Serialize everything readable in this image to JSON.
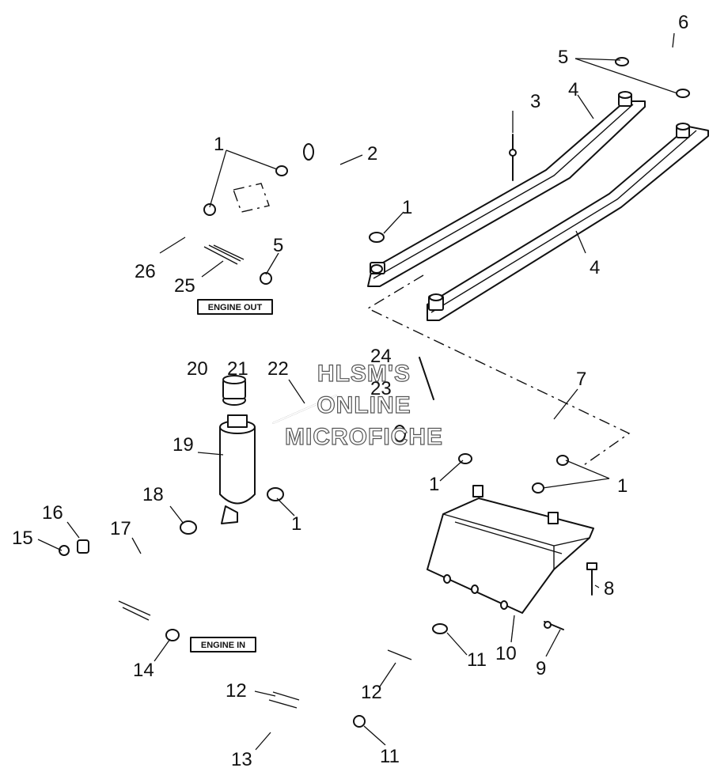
{
  "callouts": {
    "c1a": "1",
    "c1b": "1",
    "c1c": "1",
    "c1d": "1",
    "c1e": "1",
    "c2": "2",
    "c3": "3",
    "c4a": "4",
    "c4b": "4",
    "c5a": "5",
    "c5b": "5",
    "c6": "6",
    "c7": "7",
    "c8": "8",
    "c9": "9",
    "c10": "10",
    "c11a": "11",
    "c11b": "11",
    "c12a": "12",
    "c12b": "12",
    "c13": "13",
    "c14": "14",
    "c15": "15",
    "c16": "16",
    "c17": "17",
    "c18": "18",
    "c19": "19",
    "c20": "20",
    "c21": "21",
    "c22": "22",
    "c23": "23",
    "c24": "24",
    "c25": "25",
    "c26": "26"
  },
  "tags": {
    "engine_out": "ENGINE OUT",
    "engine_in": "ENGINE IN"
  },
  "watermark": {
    "line1": "HLSM'S",
    "line2": "ONLINE",
    "line3": "MICROFICHE"
  }
}
